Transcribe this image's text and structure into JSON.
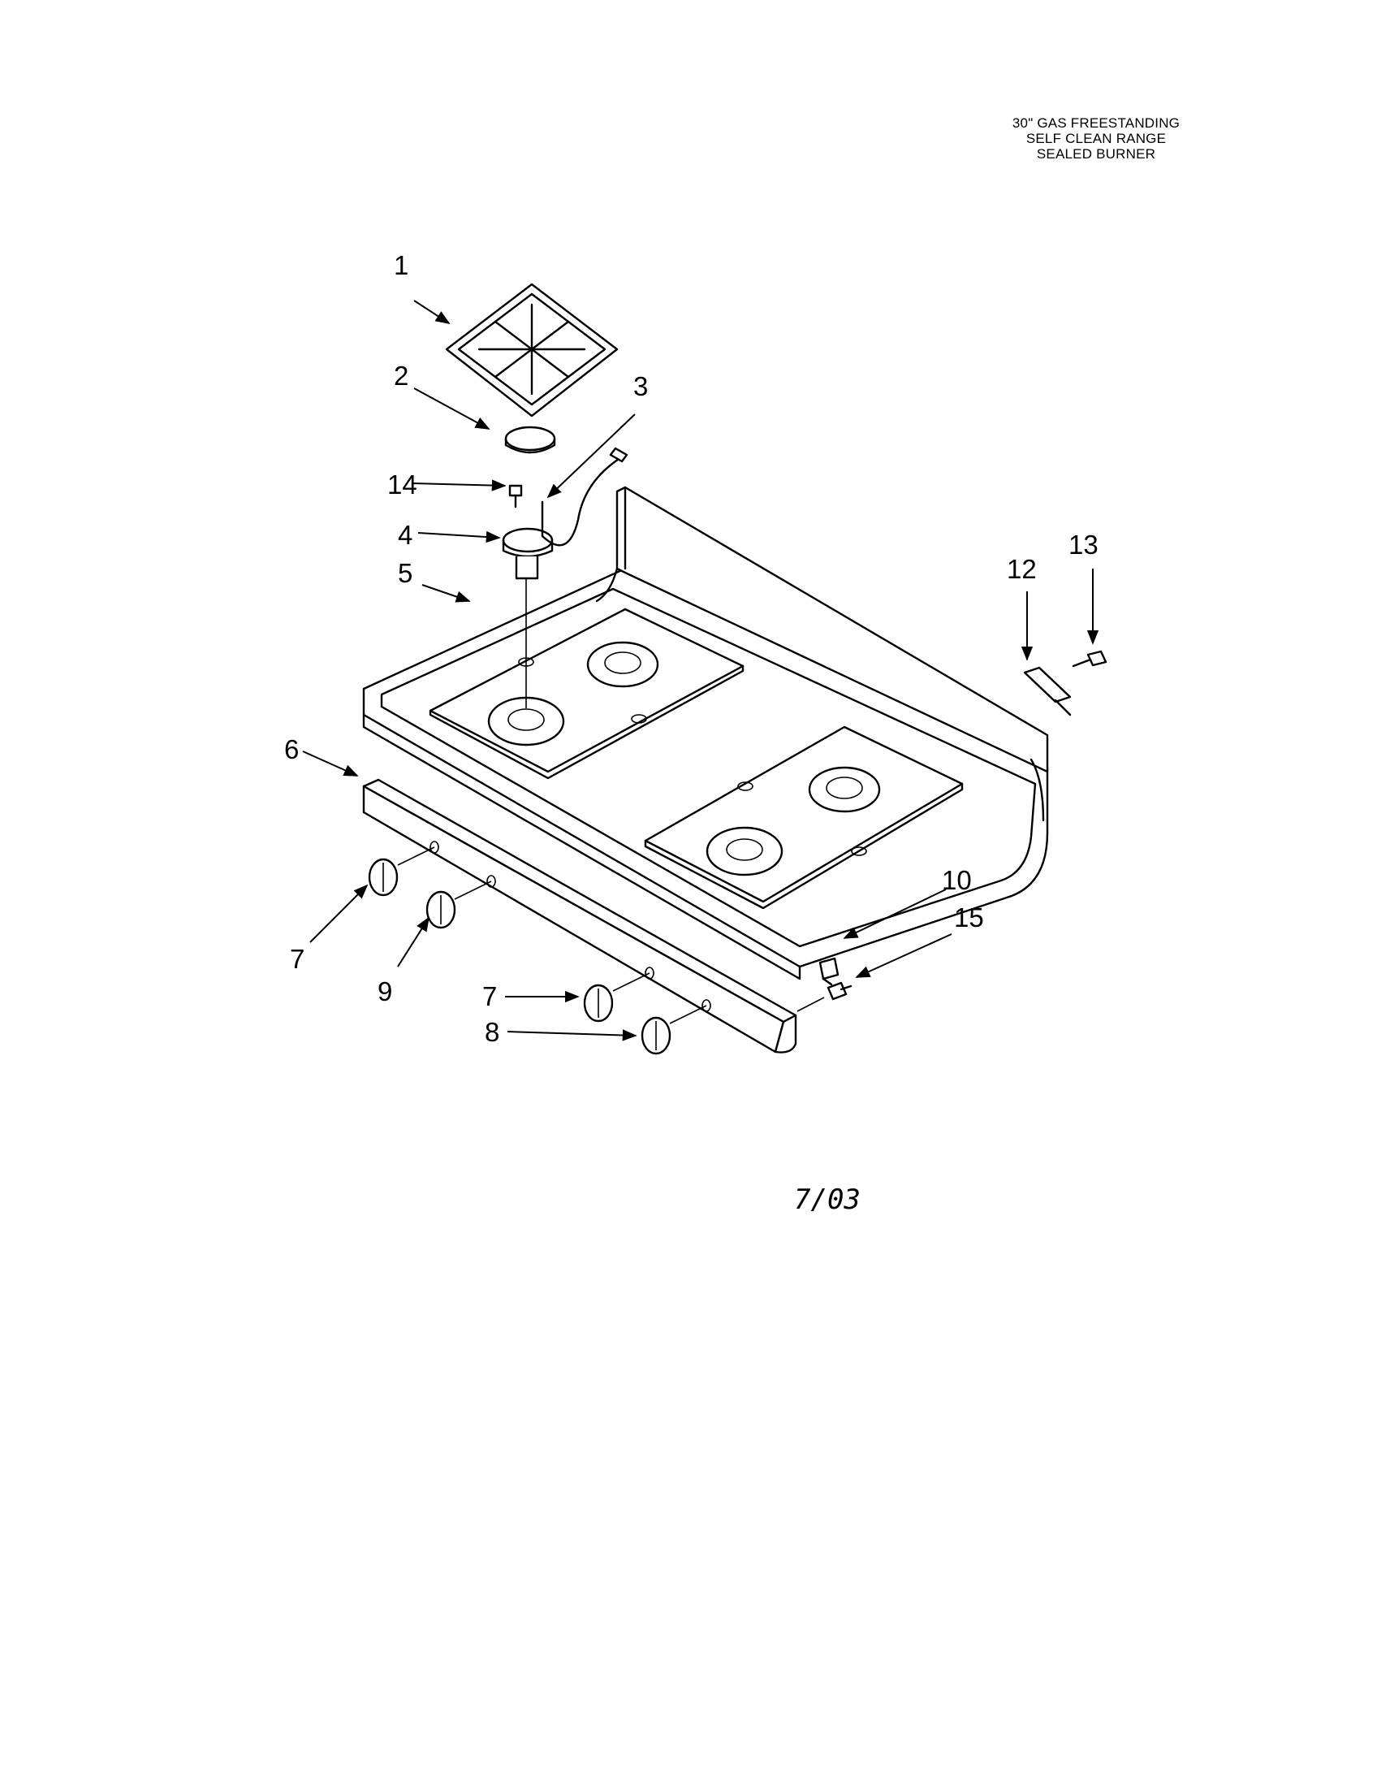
{
  "header": {
    "lines": [
      "30\" GAS FREESTANDING",
      "SELF CLEAN RANGE",
      "SEALED BURNER"
    ]
  },
  "callouts": [
    {
      "id": "c1",
      "label": "1"
    },
    {
      "id": "c2",
      "label": "2"
    },
    {
      "id": "c3",
      "label": "3"
    },
    {
      "id": "c14",
      "label": "14"
    },
    {
      "id": "c4",
      "label": "4"
    },
    {
      "id": "c5",
      "label": "5"
    },
    {
      "id": "c6",
      "label": "6"
    },
    {
      "id": "c12",
      "label": "12"
    },
    {
      "id": "c13",
      "label": "13"
    },
    {
      "id": "c10",
      "label": "10"
    },
    {
      "id": "c15",
      "label": "15"
    },
    {
      "id": "c7a",
      "label": "7"
    },
    {
      "id": "c9",
      "label": "9"
    },
    {
      "id": "c7b",
      "label": "7"
    },
    {
      "id": "c8",
      "label": "8"
    }
  ],
  "date": "7/03"
}
